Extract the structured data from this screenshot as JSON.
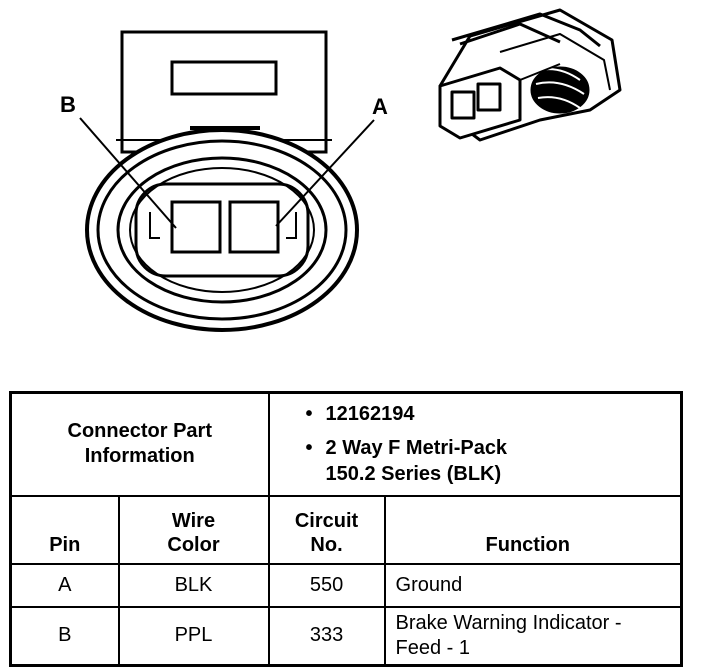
{
  "diagram": {
    "pin_labels": {
      "b": "B",
      "a": "A"
    }
  },
  "table": {
    "info_label": "Connector Part Information",
    "part_number": "12162194",
    "part_desc_line1": "2 Way F Metri-Pack",
    "part_desc_line2": "150.2 Series (BLK)",
    "headers": {
      "pin": "Pin",
      "wire_color": "Wire Color",
      "circuit_no": "Circuit No.",
      "function": "Function"
    },
    "rows": [
      {
        "pin": "A",
        "wire_color": "BLK",
        "circuit": "550",
        "function": "Ground"
      },
      {
        "pin": "B",
        "wire_color": "PPL",
        "circuit": "333",
        "function": "Brake Warning Indicator - Feed - 1"
      }
    ]
  }
}
